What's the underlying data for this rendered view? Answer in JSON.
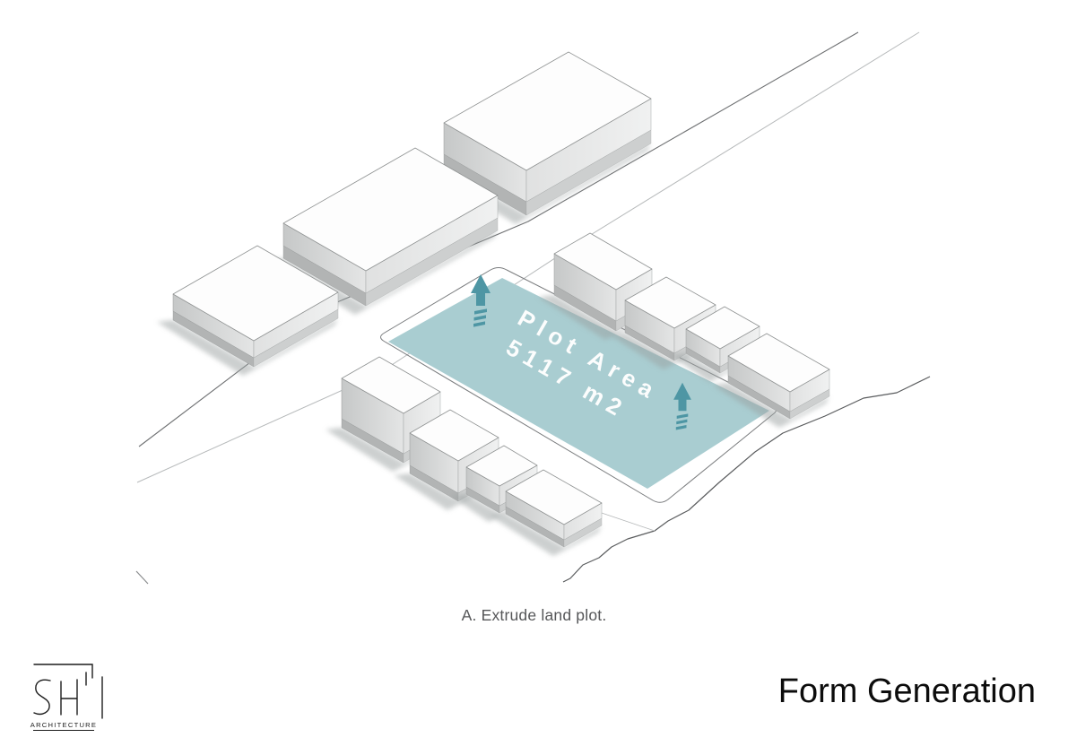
{
  "plot": {
    "label_line1": "Plot Area",
    "label_line2": "5117 m2"
  },
  "caption": "A. Extrude land plot.",
  "footer": {
    "title": "Form Generation",
    "logo_subtitle": "ARCHITECTURE"
  },
  "colors": {
    "plot_fill": "#a9cdd1",
    "plot_stroke": "#8ab4b9",
    "arrow": "#4e96a4",
    "line_dark": "#6f7173",
    "line_light": "#b7babb",
    "boundary": "#5a5c5e"
  }
}
